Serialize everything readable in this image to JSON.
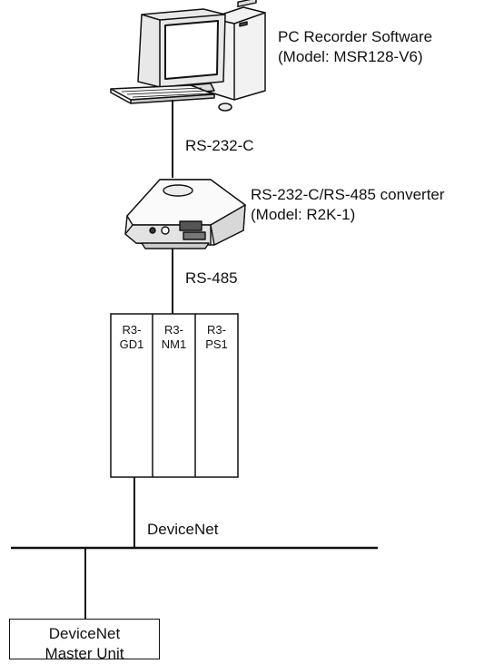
{
  "pc": {
    "label_line1": "PC Recorder Software",
    "label_line2": "(Model: MSR128-V6)"
  },
  "link_pc_converter": "RS-232-C",
  "converter": {
    "label_line1": "RS-232-C/RS-485 converter",
    "label_line2": "(Model: R2K-1)"
  },
  "link_converter_modules": "RS-485",
  "modules": [
    {
      "line1": "R3-",
      "line2": "GD1"
    },
    {
      "line1": "R3-",
      "line2": "NM1"
    },
    {
      "line1": "R3-",
      "line2": "PS1"
    }
  ],
  "network_label": "DeviceNet",
  "master_unit": {
    "line1": "DeviceNet",
    "line2": "Master Unit"
  }
}
